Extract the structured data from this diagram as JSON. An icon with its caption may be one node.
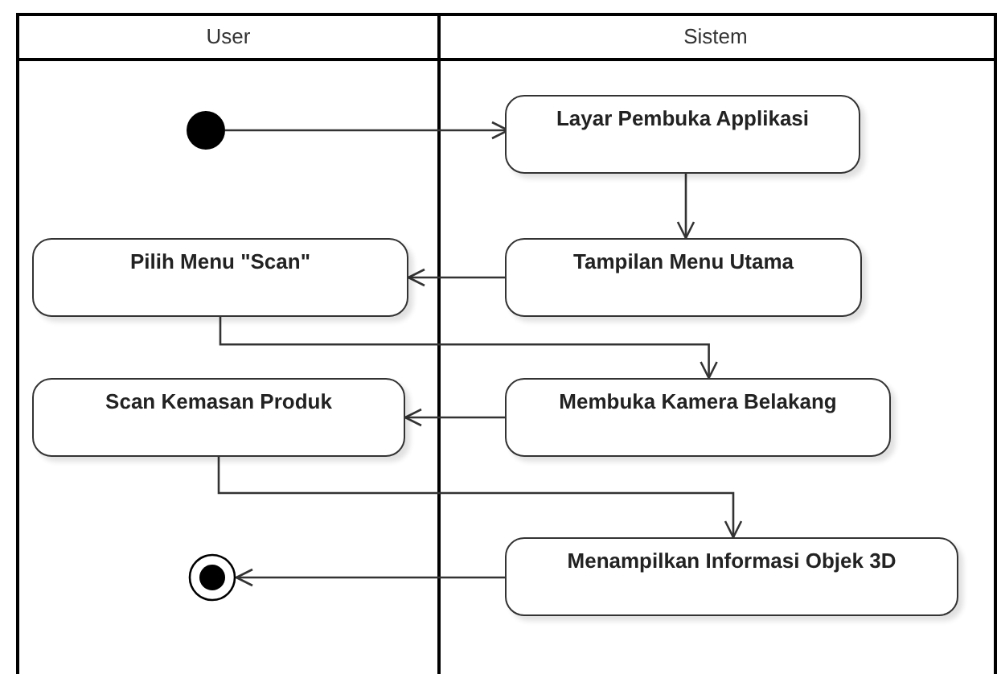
{
  "diagram": {
    "nodes": [
      {
        "text": [
          "User"
        ]
      },
      {
        "text": [
          "Sistem"
        ]
      },
      {
        "text": [],
        "shape": "circle",
        "in": 0
      },
      {
        "text": [
          "Layar Pembuka Applikasi"
        ],
        "in": 1
      },
      {
        "text": [
          "Tampilan Menu Utama"
        ],
        "in": 1
      },
      {
        "text": [
          "Pilih Menu \"Scan\""
        ],
        "in": 0
      },
      {
        "text": [
          "Membuka Kamera Belakang"
        ],
        "in": 1
      },
      {
        "text": [
          "Scan Kemasan Produk"
        ],
        "in": 0
      },
      {
        "text": [
          "Menampilkan Informasi Objek 3D"
        ],
        "in": 1
      },
      {
        "text": [],
        "shape": "bullseye",
        "in": 0
      }
    ],
    "edges": [
      {
        "from": 2,
        "to": 3,
        "arrow": "to"
      },
      {
        "from": 3,
        "to": 4,
        "arrow": "to"
      },
      {
        "from": 4,
        "to": 5,
        "arrow": "to"
      },
      {
        "from": 5,
        "to": 6,
        "arrow": "to"
      },
      {
        "from": 6,
        "to": 7,
        "arrow": "to"
      },
      {
        "from": 7,
        "to": 8,
        "arrow": "to"
      },
      {
        "from": 8,
        "to": 9,
        "arrow": "to"
      }
    ]
  }
}
